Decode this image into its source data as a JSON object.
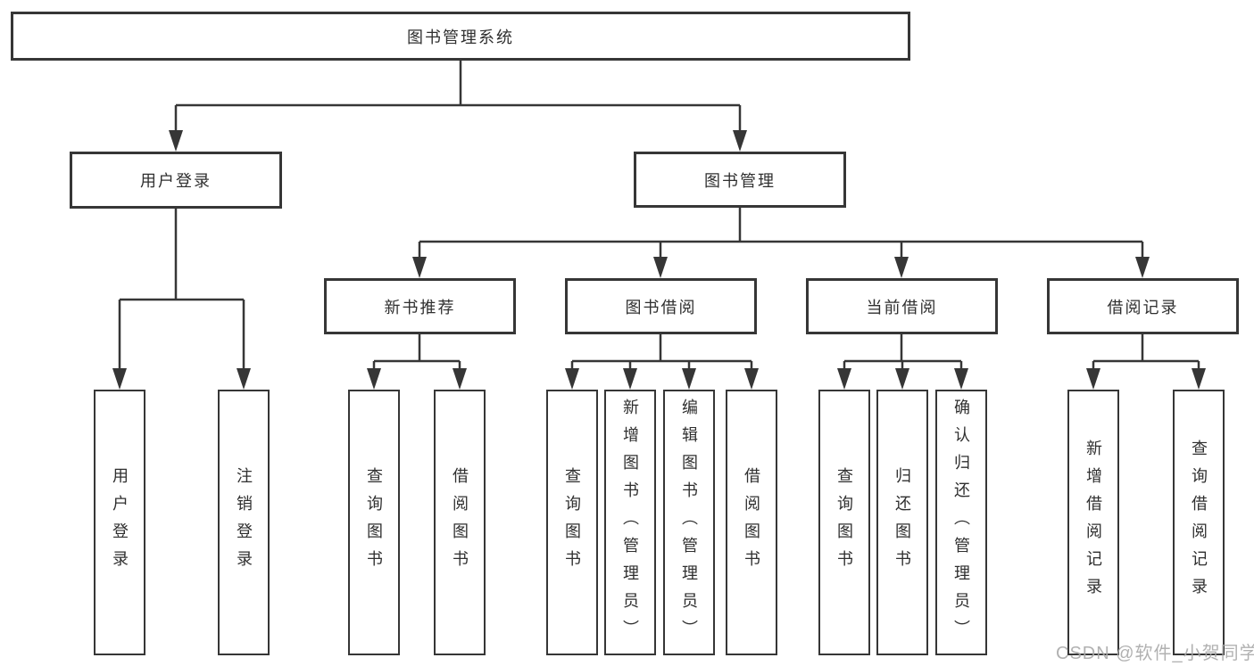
{
  "diagram": {
    "root": {
      "label": "图书管理系统"
    },
    "branches": [
      {
        "label": "用户登录",
        "children": [
          {
            "label": "用户登录"
          },
          {
            "label": "注销登录"
          }
        ]
      },
      {
        "label": "图书管理",
        "children": [
          {
            "label": "新书推荐",
            "children": [
              {
                "label": "查询图书"
              },
              {
                "label": "借阅图书"
              }
            ]
          },
          {
            "label": "图书借阅",
            "children": [
              {
                "label": "查询图书"
              },
              {
                "label": "新增图书（管理员）"
              },
              {
                "label": "编辑图书（管理员）"
              },
              {
                "label": "借阅图书"
              }
            ]
          },
          {
            "label": "当前借阅",
            "children": [
              {
                "label": "查询图书"
              },
              {
                "label": "归还图书"
              },
              {
                "label": "确认归还（管理员）"
              }
            ]
          },
          {
            "label": "借阅记录",
            "children": [
              {
                "label": "新增借阅记录"
              },
              {
                "label": "查询借阅记录"
              }
            ]
          }
        ]
      }
    ]
  },
  "watermark": {
    "text": "CSDN @软件_小贺同学"
  },
  "colors": {
    "line": "#363636",
    "box_background": "#ffffff",
    "text": "#2f2f2f",
    "watermark": "#a8a8a8"
  }
}
